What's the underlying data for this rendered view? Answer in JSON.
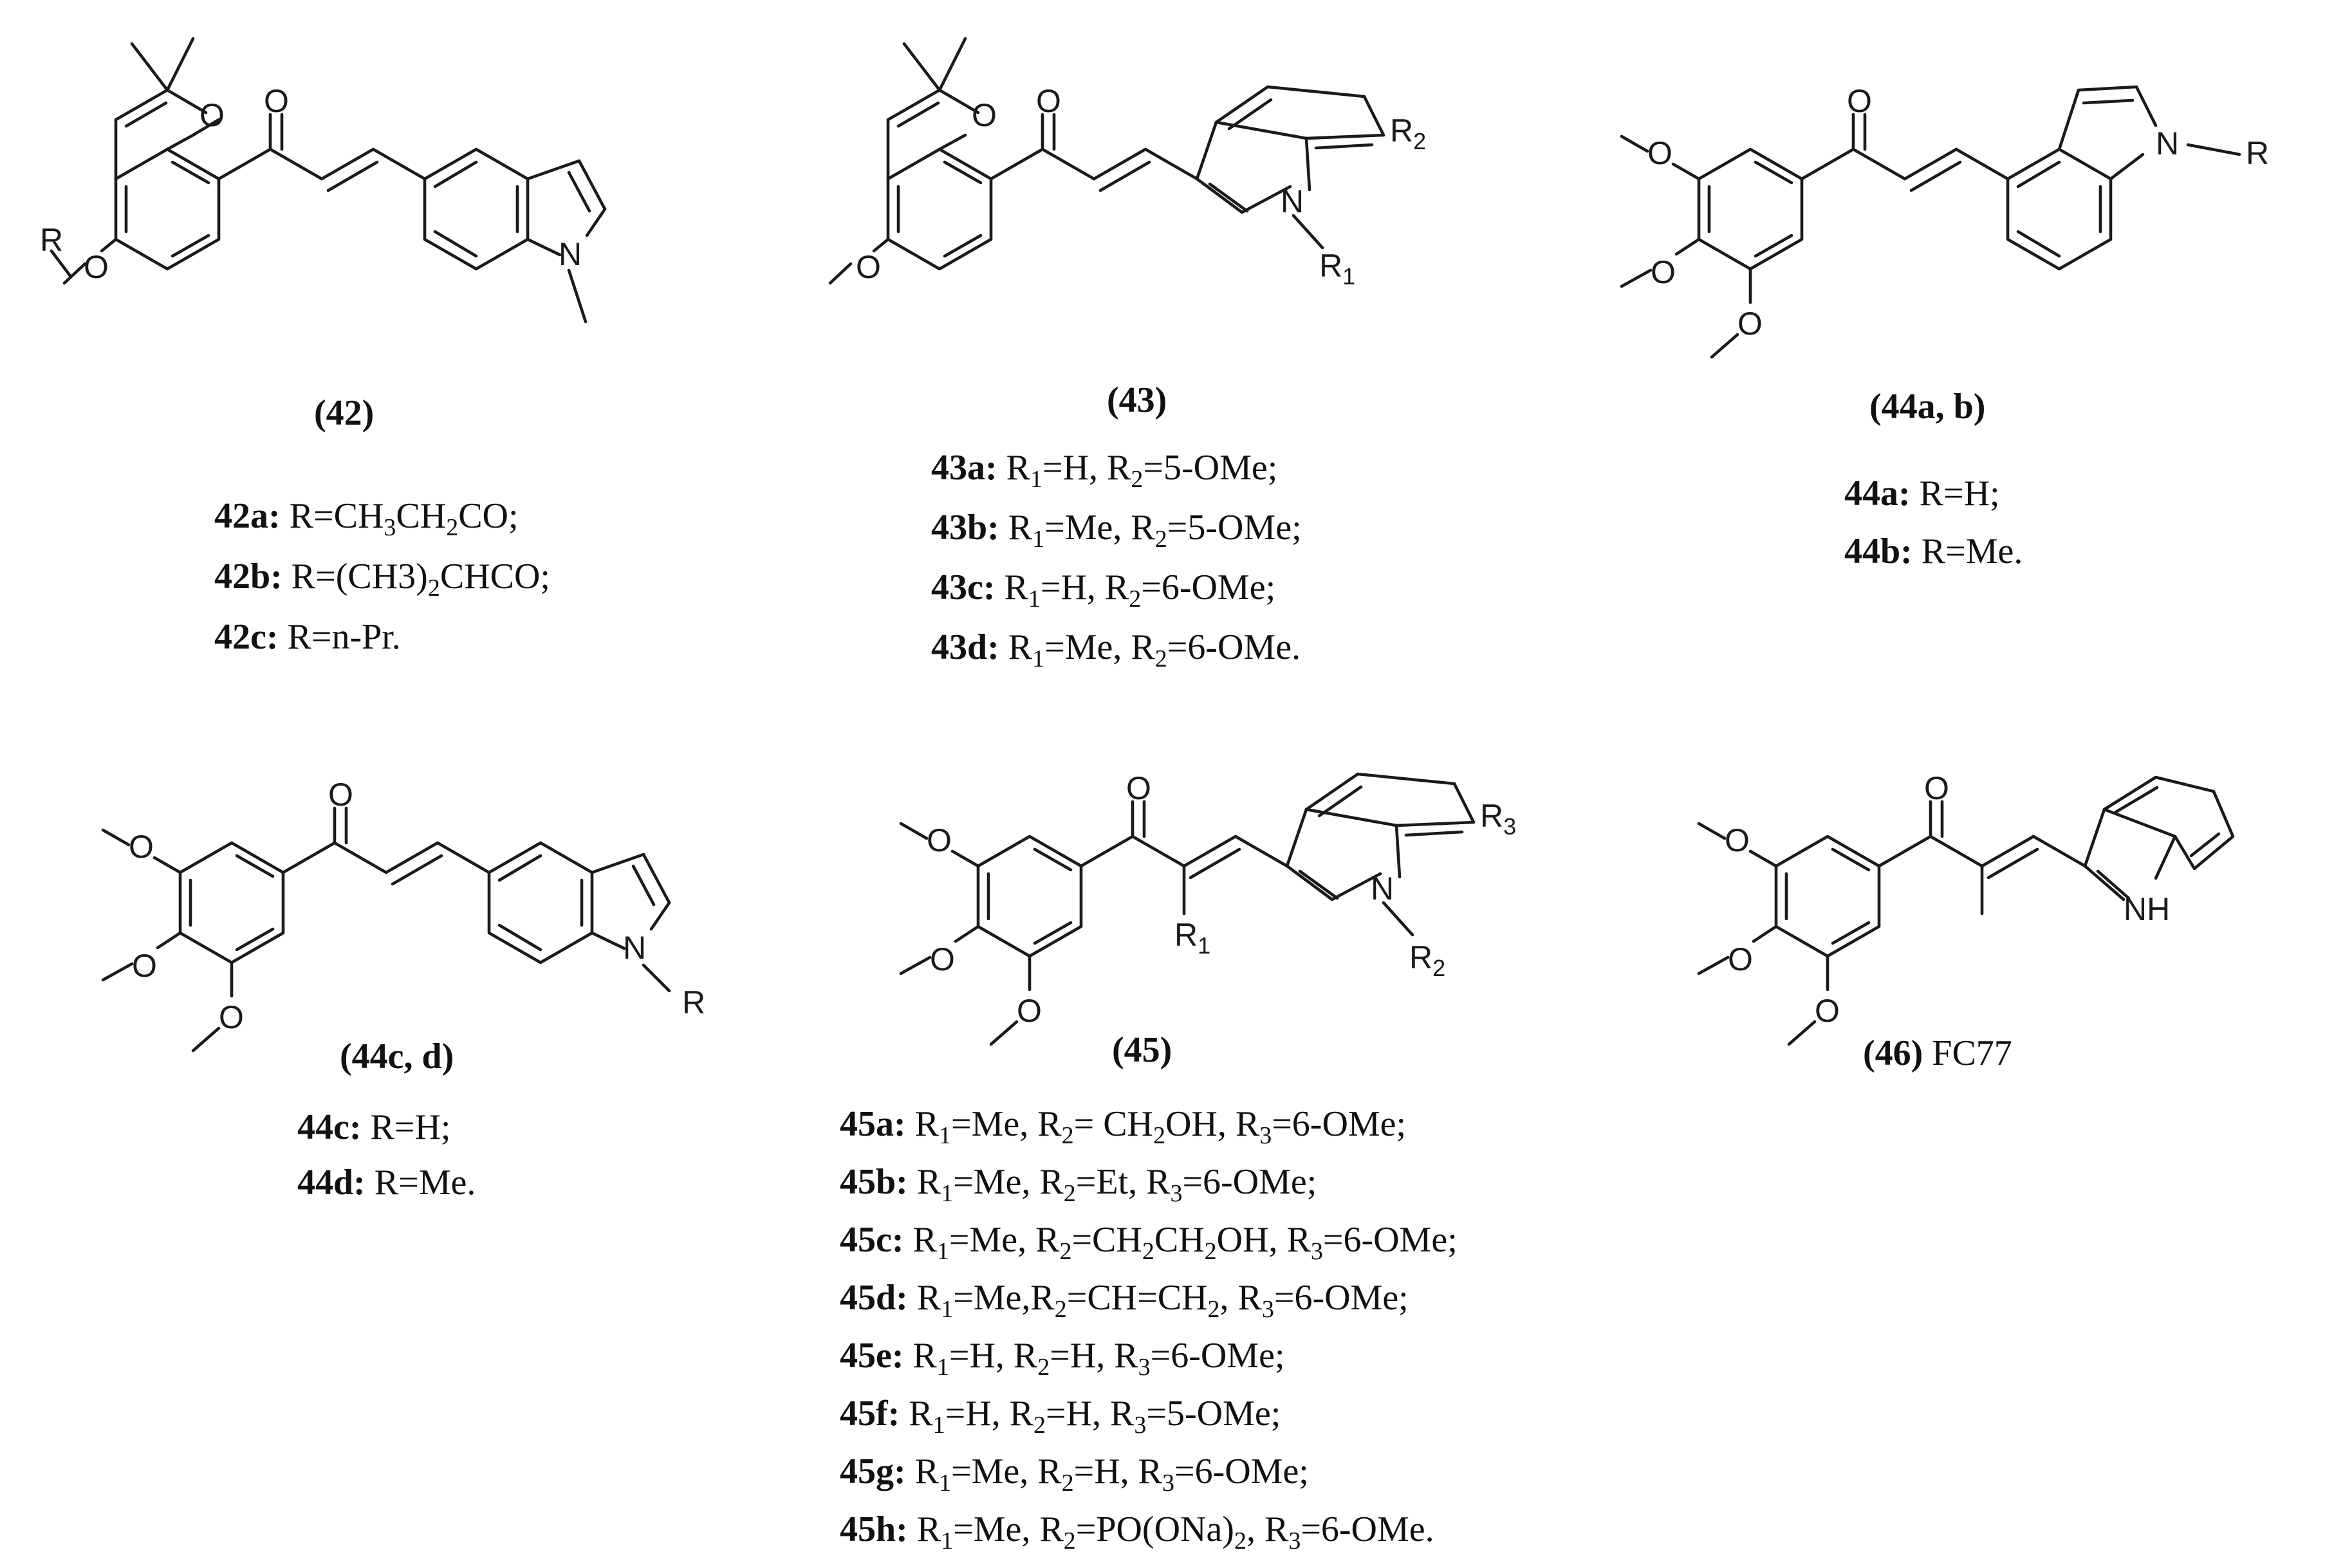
{
  "compounds": {
    "c42": {
      "label": "(42)",
      "substituents": [
        {
          "id": "42a:",
          "parts": [
            [
              "R=CH",
              "n"
            ],
            [
              "3",
              "s"
            ],
            [
              "CH",
              "n"
            ],
            [
              "2",
              "s"
            ],
            [
              "CO;",
              "n"
            ]
          ]
        },
        {
          "id": "42b:",
          "parts": [
            [
              "R=(CH3)",
              "n"
            ],
            [
              "2",
              "s"
            ],
            [
              "CHCO;",
              "n"
            ]
          ]
        },
        {
          "id": "42c:",
          "parts": [
            [
              "R=n-Pr.",
              "n"
            ]
          ]
        }
      ],
      "atoms": {
        "o_ring": "O",
        "o_keto": "O",
        "o_ether": "O",
        "r": "R",
        "n": "N"
      }
    },
    "c43": {
      "label": "(43)",
      "substituents": [
        {
          "id": "43a:",
          "parts": [
            [
              "R",
              "n"
            ],
            [
              "1",
              "s"
            ],
            [
              "=H, R",
              "n"
            ],
            [
              "2",
              "s"
            ],
            [
              "=5-OMe;",
              "n"
            ]
          ]
        },
        {
          "id": "43b:",
          "parts": [
            [
              "R",
              "n"
            ],
            [
              "1",
              "s"
            ],
            [
              "=Me, R",
              "n"
            ],
            [
              "2",
              "s"
            ],
            [
              "=5-OMe;",
              "n"
            ]
          ]
        },
        {
          "id": "43c:",
          "parts": [
            [
              "R",
              "n"
            ],
            [
              "1",
              "s"
            ],
            [
              "=H, R",
              "n"
            ],
            [
              "2",
              "s"
            ],
            [
              "=6-OMe;",
              "n"
            ]
          ]
        },
        {
          "id": "43d:",
          "parts": [
            [
              "R",
              "n"
            ],
            [
              "1",
              "s"
            ],
            [
              "=Me, R",
              "n"
            ],
            [
              "2",
              "s"
            ],
            [
              "=6-OMe.",
              "n"
            ]
          ]
        }
      ],
      "atoms": {
        "o_ring": "O",
        "o_keto": "O",
        "o_ether": "O",
        "n": "N",
        "r1": "R",
        "r1_sub": "1",
        "r2": "R",
        "r2_sub": "2"
      }
    },
    "c44ab": {
      "label": "(44a, b)",
      "substituents": [
        {
          "id": "44a:",
          "parts": [
            [
              "R=H;",
              "n"
            ]
          ]
        },
        {
          "id": "44b:",
          "parts": [
            [
              "R=Me.",
              "n"
            ]
          ]
        }
      ],
      "atoms": {
        "o_keto": "O",
        "o1": "O",
        "o2": "O",
        "o3": "O",
        "n": "N",
        "r": "R"
      }
    },
    "c44cd": {
      "label": "(44c, d)",
      "substituents": [
        {
          "id": "44c:",
          "parts": [
            [
              "R=H;",
              "n"
            ]
          ]
        },
        {
          "id": "44d:",
          "parts": [
            [
              "R=Me.",
              "n"
            ]
          ]
        }
      ],
      "atoms": {
        "o_keto": "O",
        "o1": "O",
        "o2": "O",
        "o3": "O",
        "n": "N",
        "r": "R"
      }
    },
    "c45": {
      "label": "(45)",
      "substituents": [
        {
          "id": "45a:",
          "parts": [
            [
              "R",
              "n"
            ],
            [
              "1",
              "s"
            ],
            [
              "=Me, R",
              "n"
            ],
            [
              "2",
              "s"
            ],
            [
              "= CH",
              "n"
            ],
            [
              "2",
              "s"
            ],
            [
              "OH, R",
              "n"
            ],
            [
              "3",
              "s"
            ],
            [
              "=6-OMe;",
              "n"
            ]
          ]
        },
        {
          "id": "45b:",
          "parts": [
            [
              "R",
              "n"
            ],
            [
              "1",
              "s"
            ],
            [
              "=Me, R",
              "n"
            ],
            [
              "2",
              "s"
            ],
            [
              "=Et, R",
              "n"
            ],
            [
              "3",
              "s"
            ],
            [
              "=6-OMe;",
              "n"
            ]
          ]
        },
        {
          "id": "45c:",
          "parts": [
            [
              "R",
              "n"
            ],
            [
              "1",
              "s"
            ],
            [
              "=Me, R",
              "n"
            ],
            [
              "2",
              "s"
            ],
            [
              "=CH",
              "n"
            ],
            [
              "2",
              "s"
            ],
            [
              "CH",
              "n"
            ],
            [
              "2",
              "s"
            ],
            [
              "OH, R",
              "n"
            ],
            [
              "3",
              "s"
            ],
            [
              "=6-OMe;",
              "n"
            ]
          ]
        },
        {
          "id": "45d:",
          "parts": [
            [
              "R",
              "n"
            ],
            [
              "1",
              "s"
            ],
            [
              "=Me,R",
              "n"
            ],
            [
              "2",
              "s"
            ],
            [
              "=CH=CH",
              "n"
            ],
            [
              "2",
              "s"
            ],
            [
              ", R",
              "n"
            ],
            [
              "3",
              "s"
            ],
            [
              "=6-OMe;",
              "n"
            ]
          ]
        },
        {
          "id": "45e:",
          "parts": [
            [
              "R",
              "n"
            ],
            [
              "1",
              "s"
            ],
            [
              "=H, R",
              "n"
            ],
            [
              "2",
              "s"
            ],
            [
              "=H, R",
              "n"
            ],
            [
              "3",
              "s"
            ],
            [
              "=6-OMe;",
              "n"
            ]
          ]
        },
        {
          "id": "45f:",
          "parts": [
            [
              "R",
              "n"
            ],
            [
              "1",
              "s"
            ],
            [
              "=H, R",
              "n"
            ],
            [
              "2",
              "s"
            ],
            [
              "=H, R",
              "n"
            ],
            [
              "3",
              "s"
            ],
            [
              "=5-OMe;",
              "n"
            ]
          ]
        },
        {
          "id": "45g:",
          "parts": [
            [
              "R",
              "n"
            ],
            [
              "1",
              "s"
            ],
            [
              "=Me, R",
              "n"
            ],
            [
              "2",
              "s"
            ],
            [
              "=H, R",
              "n"
            ],
            [
              "3",
              "s"
            ],
            [
              "=6-OMe;",
              "n"
            ]
          ]
        },
        {
          "id": "45h:",
          "parts": [
            [
              "R",
              "n"
            ],
            [
              "1",
              "s"
            ],
            [
              "=Me, R",
              "n"
            ],
            [
              "2",
              "s"
            ],
            [
              "=PO(ONa)",
              "n"
            ],
            [
              "2",
              "s"
            ],
            [
              ", R",
              "n"
            ],
            [
              "3",
              "s"
            ],
            [
              "=6-OMe.",
              "n"
            ]
          ]
        }
      ],
      "atoms": {
        "o_keto": "O",
        "o1": "O",
        "o2": "O",
        "o3": "O",
        "n": "N",
        "r1": "R",
        "r1_sub": "1",
        "r2": "R",
        "r2_sub": "2",
        "r3": "R",
        "r3_sub": "3"
      }
    },
    "c46": {
      "label": "(46)",
      "label_suffix": " FC77",
      "atoms": {
        "o_keto": "O",
        "o1": "O",
        "o2": "O",
        "o3": "O",
        "nh": "NH"
      }
    }
  }
}
